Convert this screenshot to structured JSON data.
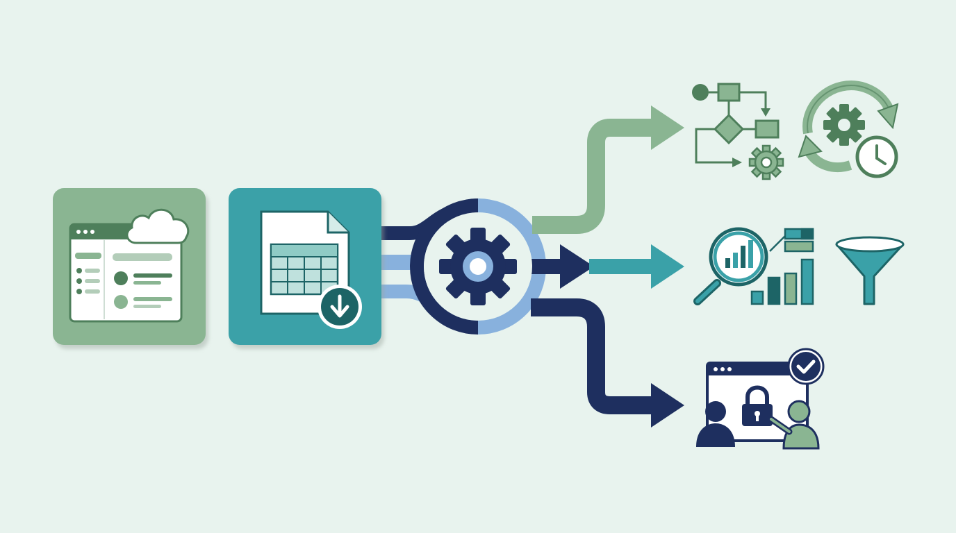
{
  "colors": {
    "background": "#e8f3ee",
    "sage_green": "#8ab592",
    "dark_green": "#4e7f5b",
    "teal": "#3aa1a8",
    "dark_teal": "#1d6466",
    "navy": "#1e2f5f",
    "light_blue": "#88b1dd",
    "white": "#ffffff",
    "light_gray": "#e6ede8"
  },
  "nodes": [
    {
      "id": "cloud-app",
      "icon": "cloud-application-window-icon",
      "color": "#8ab592"
    },
    {
      "id": "spreadsheet-export",
      "icon": "spreadsheet-download-icon",
      "color": "#3aa1a8"
    },
    {
      "id": "processing-hub",
      "icon": "gear-hub-icon",
      "color": "#1e2f5f"
    }
  ],
  "outputs": [
    {
      "id": "automation",
      "icons": [
        "workflow-flowchart-icon",
        "cycle-gear-clock-icon"
      ],
      "arrow_color": "#8ab592"
    },
    {
      "id": "analytics",
      "icons": [
        "magnifier-chart-icon",
        "bar-chart-icon",
        "funnel-icon"
      ],
      "arrow_color": "#3aa1a8"
    },
    {
      "id": "secure-access",
      "icons": [
        "secure-user-access-icon"
      ],
      "arrow_color": "#1e2f5f"
    }
  ]
}
